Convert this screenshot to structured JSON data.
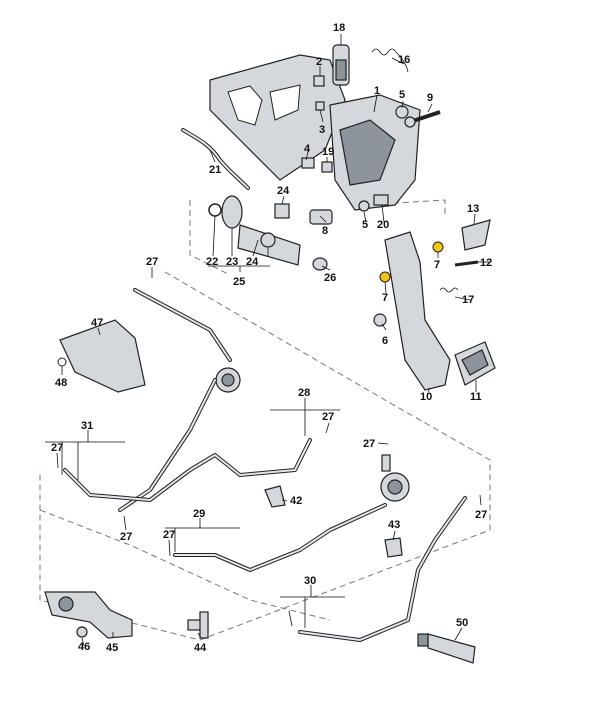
{
  "labels": {
    "l1": "1",
    "l2": "2",
    "l3": "3",
    "l4": "4",
    "l5a": "5",
    "l5b": "5",
    "l6": "6",
    "l7a": "7",
    "l7b": "7",
    "l8": "8",
    "l9": "9",
    "l10": "10",
    "l11": "11",
    "l12": "12",
    "l13": "13",
    "l16": "16",
    "l17": "17",
    "l18": "18",
    "l19": "19",
    "l20": "20",
    "l21": "21",
    "l22": "22",
    "l23": "23",
    "l24a": "24",
    "l24b": "24",
    "l25": "25",
    "l26": "26",
    "l27a": "27",
    "l27b": "27",
    "l27c": "27",
    "l27d": "27",
    "l27e": "27",
    "l27f": "27",
    "l27g": "27",
    "l28": "28",
    "l29": "29",
    "l30": "30",
    "l31": "31",
    "l42": "42",
    "l43": "43",
    "l44": "44",
    "l45": "45",
    "l46": "46",
    "l47": "47",
    "l48": "48",
    "l50": "50"
  },
  "highlight_color": "#f5c51b"
}
